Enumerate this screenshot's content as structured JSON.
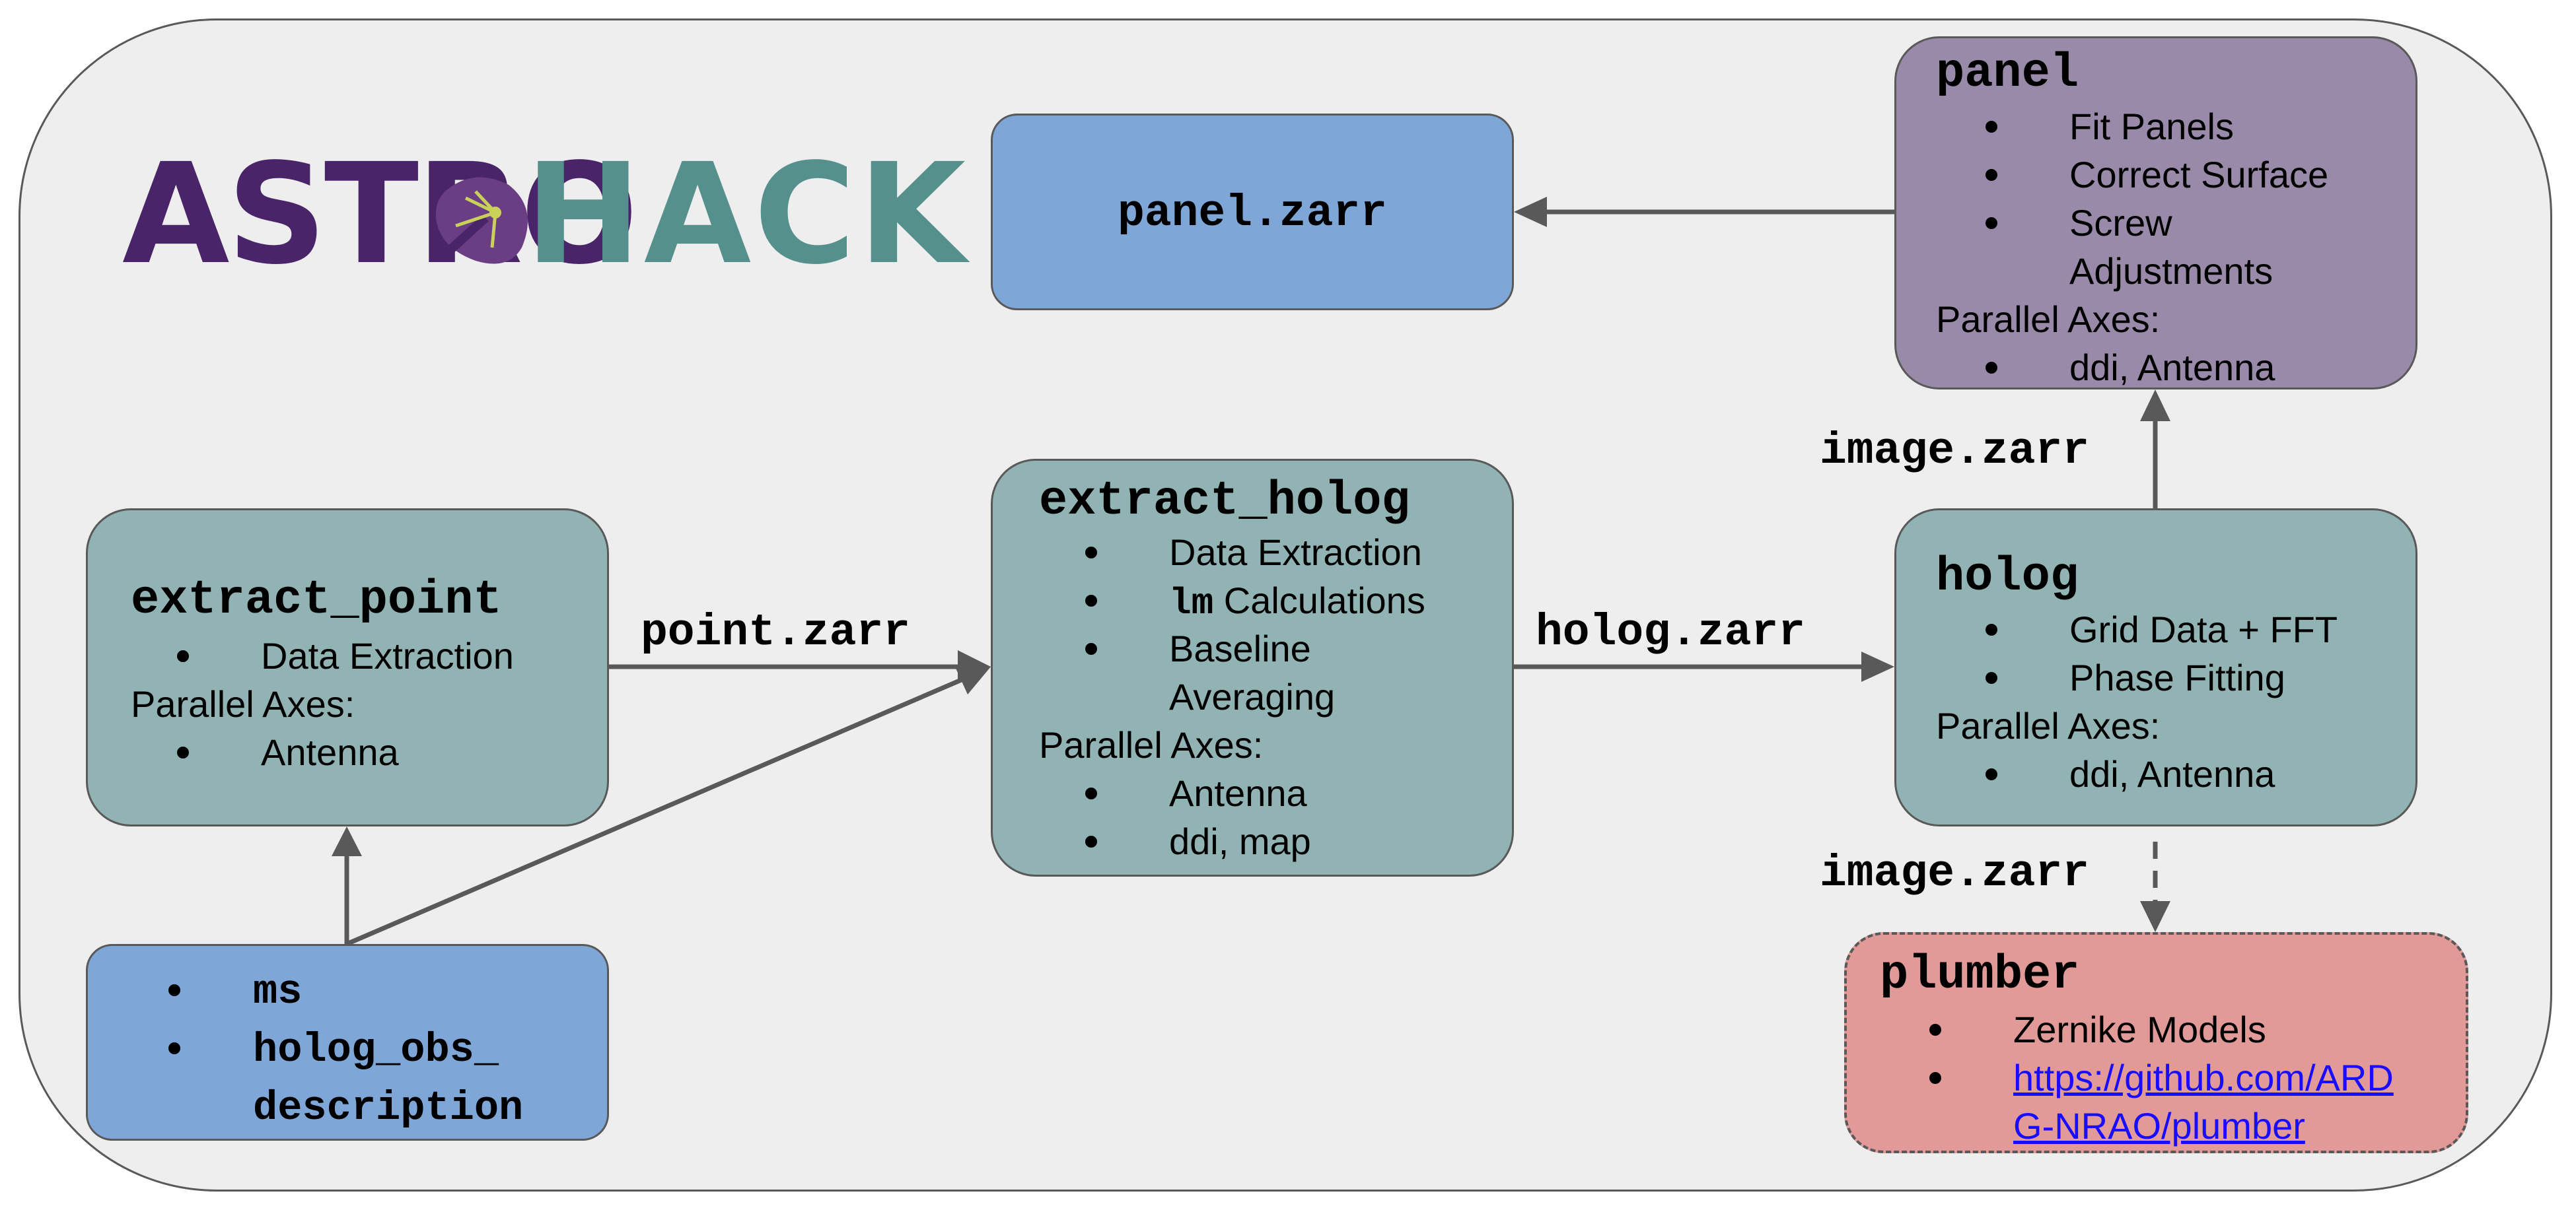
{
  "logo": {
    "text_astro": "ASTRO",
    "text_hack": "HACK",
    "colors": {
      "astro": "#4a2468",
      "hack": "#55908c",
      "dish": "#6a3d84",
      "feed": "#c9d15a"
    }
  },
  "colors": {
    "background": "#eeeeee",
    "outline": "#595959",
    "process_node": "#92b3b3",
    "data_node": "#7ea7d8",
    "panel_node": "#998aa9",
    "external_node": "#e19a98",
    "link": "#1a0dff"
  },
  "nodes": {
    "extract_point": {
      "title": "extract_point",
      "items": [
        "Data Extraction"
      ],
      "axes_label": "Parallel Axes:",
      "axes": [
        "Antenna"
      ]
    },
    "extract_holog": {
      "title": "extract_holog",
      "items": [
        {
          "mono": "",
          "text": "Data Extraction"
        },
        {
          "mono": "lm",
          "text": " Calculations"
        },
        {
          "mono": "",
          "text": "Baseline"
        },
        {
          "mono": "",
          "text": "Averaging"
        }
      ],
      "axes_label": "Parallel Axes:",
      "axes": [
        "Antenna",
        "ddi, map"
      ]
    },
    "holog": {
      "title": "holog",
      "items": [
        "Grid Data + FFT",
        "Phase Fitting"
      ],
      "axes_label": "Parallel Axes:",
      "axes": [
        "ddi, Antenna"
      ]
    },
    "panel": {
      "title": "panel",
      "items": [
        "Fit Panels",
        "Correct Surface",
        "Screw",
        "Adjustments"
      ],
      "axes_label": "Parallel Axes:",
      "axes": [
        "ddi, Antenna"
      ]
    },
    "panel_zarr": {
      "title": "panel.zarr"
    },
    "inputs": {
      "items": [
        "ms",
        "holog_obs_",
        "description"
      ]
    },
    "plumber": {
      "title": "plumber",
      "items": [
        "Zernike Models"
      ],
      "link_lines": [
        "https://github.com/ARD",
        "G-NRAO/plumber"
      ]
    }
  },
  "edges": {
    "point_zarr": "point.zarr",
    "holog_zarr": "holog.zarr",
    "image_zarr_up": "image.zarr",
    "image_zarr_down": "image.zarr"
  }
}
